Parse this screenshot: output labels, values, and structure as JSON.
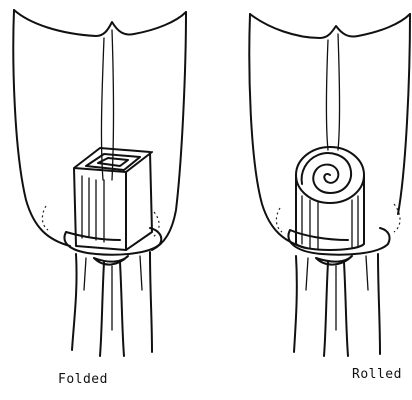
{
  "figure": {
    "panels": [
      {
        "id": "folded",
        "label": "Folded"
      },
      {
        "id": "rolled",
        "label": "Rolled"
      }
    ]
  },
  "colors": {
    "ink": "#111111",
    "background": "#ffffff"
  }
}
